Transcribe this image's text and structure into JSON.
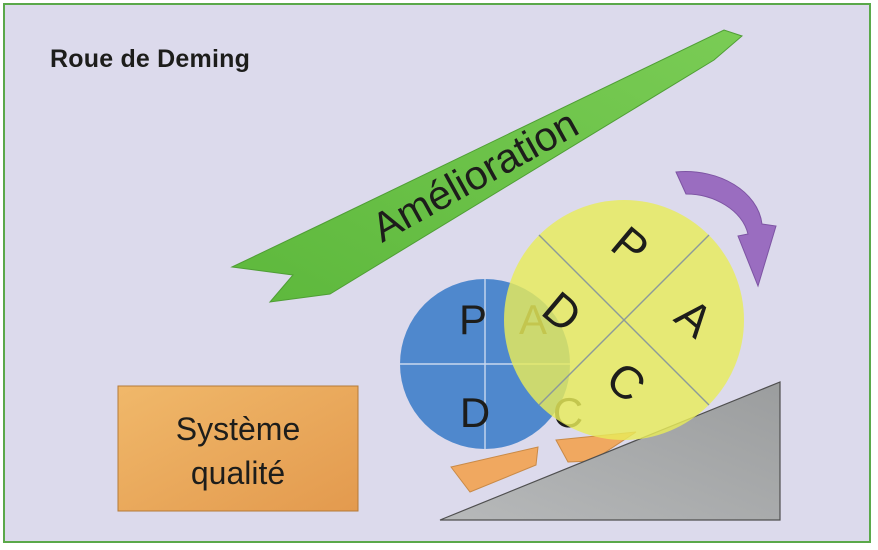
{
  "title": "Roue de Deming",
  "arrow_label": "Amélioration",
  "box_label_line1": "Système",
  "box_label_line2": "qualité",
  "small_wheel": {
    "q1": "P",
    "q2": "A",
    "q3": "D",
    "q4": "C"
  },
  "large_wheel": {
    "top": "P",
    "right": "A",
    "bottom": "C",
    "left": "D"
  },
  "colors": {
    "background": "#dcdaec",
    "border": "#5aa84a",
    "arrow": "#6cc24a",
    "wheel_blue": "#4f88cd",
    "wheel_yellow": "#e8ec5a",
    "box": "#e9a95a",
    "wedge": "#f0a860",
    "slope": "#a9abac",
    "rotation_arrow": "#9a6dc0"
  }
}
